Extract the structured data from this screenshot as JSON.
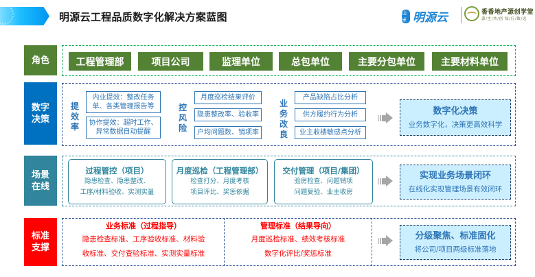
{
  "header": {
    "title": "明源云工程品质数字化解决方案蓝图",
    "logo_brand": "明源云",
    "logo_brand_badge": "山米",
    "logo_partner_main": "香香地产源创学堂",
    "logo_partner_sub": "源/生/共/创 知/行/致/远"
  },
  "rows": {
    "roles": {
      "label": "角色",
      "color": "#548235",
      "items": [
        "工程管理部",
        "项目公司",
        "监理单位",
        "总包单位",
        "主要分包单位",
        "主要材料单位"
      ]
    },
    "digital_decision": {
      "label_line1": "数字",
      "label_line2": "决策",
      "color": "#0070C0",
      "groups": [
        {
          "title_chars": [
            "提",
            "效",
            "率"
          ],
          "items": [
            {
              "line1": "内业提效：整改任务",
              "line2": "单、各类管理报告等"
            },
            {
              "line1": "协作提效：超时工作、",
              "line2": "异常数据自动提醒"
            }
          ]
        },
        {
          "title_chars": [
            "控",
            "风",
            "险"
          ],
          "items": [
            "月度巡检结果评价",
            "隐患整改率、验收率",
            "户均问题数、销项率"
          ]
        },
        {
          "title_chars": [
            "业",
            "务",
            "改",
            "良"
          ],
          "items": [
            "产品缺陷占比分析",
            "供方履约行为分析",
            "业主收楼敏感点分析"
          ]
        }
      ],
      "result": {
        "title": "数字化决策",
        "subtitle": "业务数字化，决策更高效科学"
      }
    },
    "scene_online": {
      "label_line1": "场景",
      "label_line2": "在线",
      "color": "#31859C",
      "cards": [
        {
          "title": "过程管控（项目）",
          "line1": "隐患检查、隐患整改、",
          "line2": "工序/材料验收、实测实量"
        },
        {
          "title": "月度巡检（工程管理部）",
          "line1": "检查打分、月度考核",
          "line2": "项目评比、奖惩依据"
        },
        {
          "title": "交付管理（项目/集团）",
          "line1": "验房检查、问题销项",
          "line2": "问题复验、业主收房"
        }
      ],
      "result": {
        "title": "实现业务场景闭环",
        "subtitle": "在线化实现管理场景有效闭环"
      }
    },
    "standard_support": {
      "label_line1": "标准",
      "label_line2": "支撑",
      "color": "#FF0000",
      "sections": [
        {
          "title": "业务标准（过程指导）",
          "line1": "隐患检查标准、工序验收标准、材料验",
          "line2": "收标准、交付查验标准、实测实量标准"
        },
        {
          "title": "管理标准（结果导向）",
          "line1": "月度巡检标准、绩效考核标准",
          "line2": "数字化评比/奖惩标准"
        }
      ],
      "result": {
        "title": "分级聚焦、标准固化",
        "subtitle": "将公司/项目两级标准落地"
      }
    }
  },
  "icons": {
    "arrow": "right-arrow-icon",
    "header_banner": "header-arrow-banner"
  }
}
